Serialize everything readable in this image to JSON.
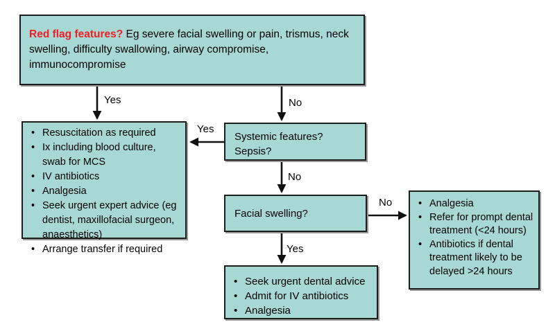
{
  "colors": {
    "background": "#ffffff",
    "box-fill": "#a8d8d4",
    "box-border": "#1c1c1c",
    "red-accent": "#ed1f24",
    "text": "#000000"
  },
  "flowchart": {
    "red_flag_box": {
      "highlight": "Red flag features?",
      "rest": " Eg severe facial swelling or pain, trismus, neck swelling, difficulty swallowing, airway compromise, immunocompromise"
    },
    "systemic_box": {
      "line1": "Systemic features?",
      "line2": "Sepsis?"
    },
    "facial_box": {
      "label": "Facial swelling?"
    },
    "sepsis_actions_box": {
      "items": [
        "Resuscitation as required",
        "Ix including blood culture, swab for MCS",
        "IV antibiotics",
        "Analgesia",
        "Seek urgent expert advice (eg dentist, maxillofacial surgeon, anaesthetics)",
        "Arrange transfer if required"
      ]
    },
    "no_swelling_actions_box": {
      "items": [
        "Analgesia",
        "Refer for prompt dental treatment (<24 hours)",
        "Antibiotics if dental treatment likely to be delayed >24 hours"
      ]
    },
    "swelling_actions_box": {
      "items": [
        "Seek urgent dental advice",
        "Admit for IV antibiotics",
        "Analgesia"
      ]
    },
    "labels": {
      "redflag_yes": "Yes",
      "redflag_no": "No",
      "systemic_yes": "Yes",
      "systemic_no": "No",
      "facial_no": "No",
      "facial_yes": "Yes"
    }
  }
}
